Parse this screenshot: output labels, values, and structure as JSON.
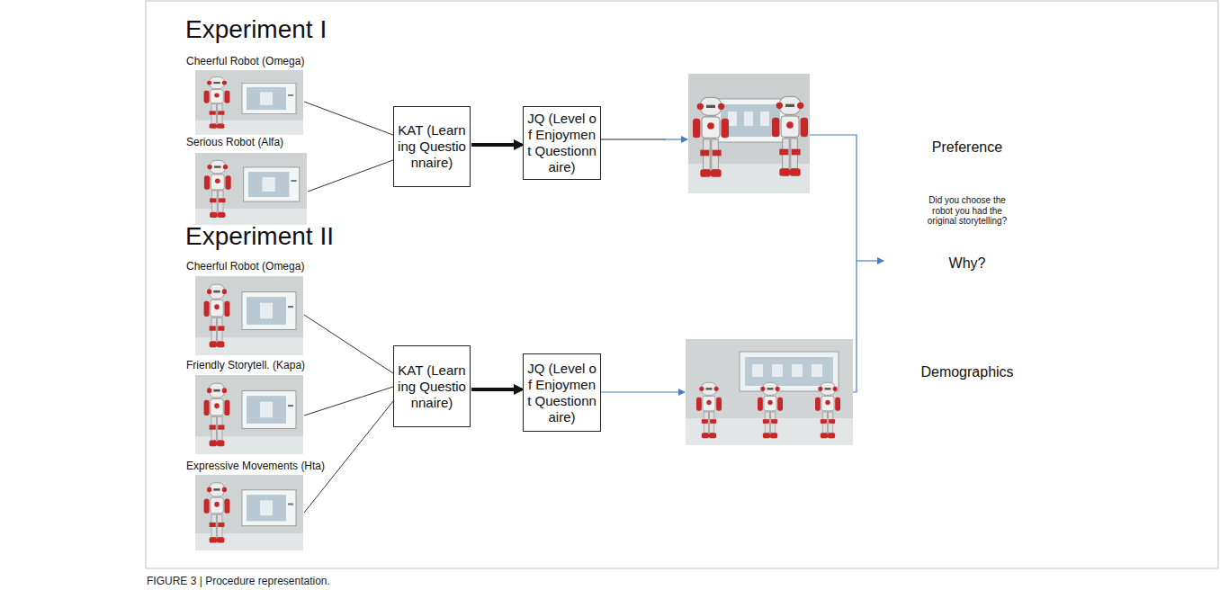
{
  "diagram": {
    "caption": "FIGURE 3 | Procedure representation.",
    "nodes": [
      {
        "text": [
          "KAT (Learning Questionnaire)"
        ]
      },
      {
        "text": [
          "JQ (Level of Enjoyment Questionnaire)"
        ]
      },
      {
        "text": [
          "KAT (Learning Questionnaire)"
        ]
      },
      {
        "text": [
          "JQ (Level of Enjoyment Questionnaire)"
        ]
      }
    ],
    "edges": [
      {
        "from": 0,
        "to": 1,
        "arrow": "to"
      },
      {
        "from": 2,
        "to": 3,
        "arrow": "to"
      }
    ],
    "labels": [
      "Experiment I",
      "Cheerful Robot (Omega)",
      "Serious Robot (Alfa)",
      "Experiment II",
      "Cheerful Robot (Omega)",
      "Friendly Storytell. (Kapa)",
      "Expressive Movements (Hta)",
      "Preference",
      "Did you choose the robot you had the original storytelling?",
      "Why?",
      "Demographics"
    ]
  }
}
